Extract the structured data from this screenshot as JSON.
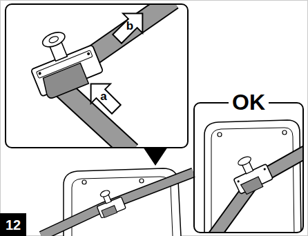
{
  "diagram": {
    "nodes": [
      {
        "text": [
          "b"
        ]
      },
      {
        "text": [
          "a"
        ]
      },
      {
        "text": [
          "OK"
        ]
      },
      {
        "text": [
          "12"
        ]
      }
    ]
  }
}
